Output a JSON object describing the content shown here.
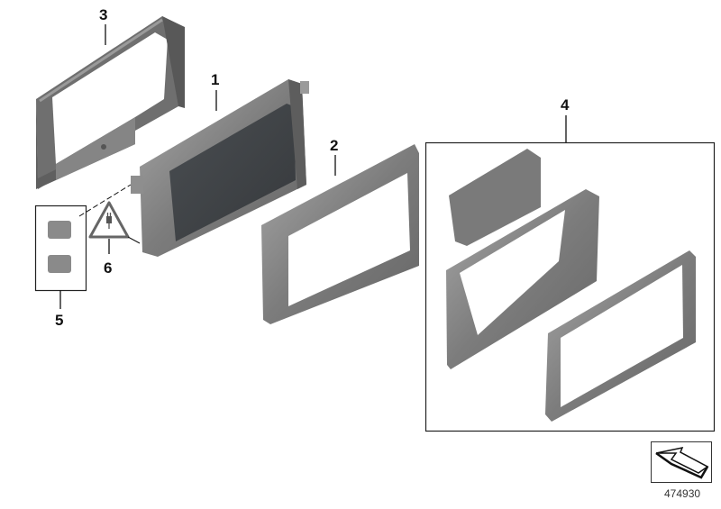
{
  "diagram": {
    "type": "exploded-parts-diagram",
    "subject": "Central information display with mounting frames and trim",
    "colors": {
      "background": "#ffffff",
      "part_gray": "#7b7b7b",
      "part_light": "#a4a4a4",
      "part_dark": "#5e5e5e",
      "screen": "#3f4347",
      "line": "#111111"
    },
    "callouts": [
      {
        "id": "1",
        "label": "1",
        "part": "display-unit"
      },
      {
        "id": "2",
        "label": "2",
        "part": "front-trim-frame"
      },
      {
        "id": "3",
        "label": "3",
        "part": "rear-mounting-bracket"
      },
      {
        "id": "4",
        "label": "4",
        "part": "trim-kit-set"
      },
      {
        "id": "5",
        "label": "5",
        "part": "connector-clips"
      },
      {
        "id": "6",
        "label": "6",
        "part": "electrical-connector-warning"
      }
    ],
    "warning_icon": "plug-in-triangle-icon",
    "image_number": "474930",
    "orientation_icon": "orientation-arrow-icon"
  }
}
